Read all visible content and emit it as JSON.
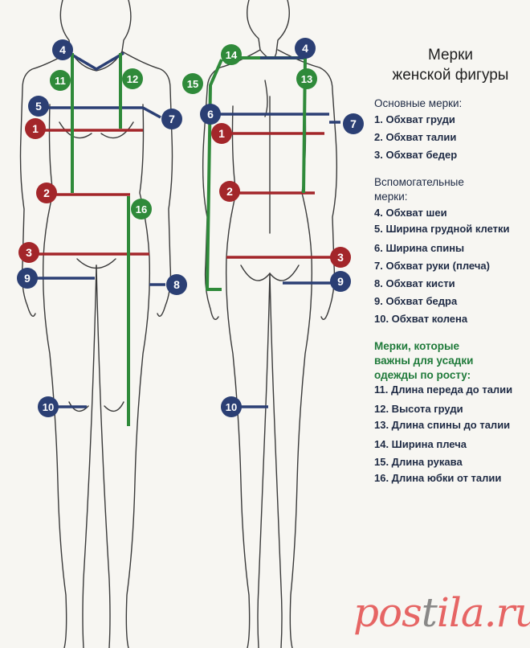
{
  "title": [
    "Мерки",
    "женской фигуры"
  ],
  "sections": {
    "main": {
      "heading": "Основные мерки:",
      "items": [
        "1. Обхват груди",
        "2. Обхват талии",
        "3. Обхват бедер"
      ]
    },
    "aux": {
      "heading": [
        "Вспомогательные",
        "мерки:"
      ],
      "items": [
        "4. Обхват шеи",
        "5. Ширина грудной клетки",
        "6. Ширина спины",
        "7. Обхват руки (плеча)",
        "8. Обхват кисти",
        "9. Обхват бедра",
        "10. Обхват колена"
      ]
    },
    "growth": {
      "heading": [
        "Мерки, которые",
        "важны для усадки",
        "одежды по росту:"
      ],
      "items": [
        "11. Длина переда до талии",
        "12. Высота груди",
        "13. Длина спины до талии",
        "14. Ширина плеча",
        "15. Длина рукава",
        "16. Длина юбки от талии"
      ]
    }
  },
  "markers": {
    "front": [
      "4",
      "11",
      "12",
      "5",
      "7",
      "1",
      "2",
      "16",
      "3",
      "9",
      "8",
      "10"
    ],
    "back": [
      "14",
      "4",
      "15",
      "13",
      "6",
      "7",
      "1",
      "2",
      "3",
      "9",
      "10"
    ]
  },
  "colors": {
    "red": "#a3262a",
    "blue": "#2b3f74",
    "green": "#2f8a3a",
    "outline": "#3a3a3a"
  },
  "watermark": {
    "prefix": "pos",
    "pi": "t",
    "suffix": "ila.ru"
  }
}
